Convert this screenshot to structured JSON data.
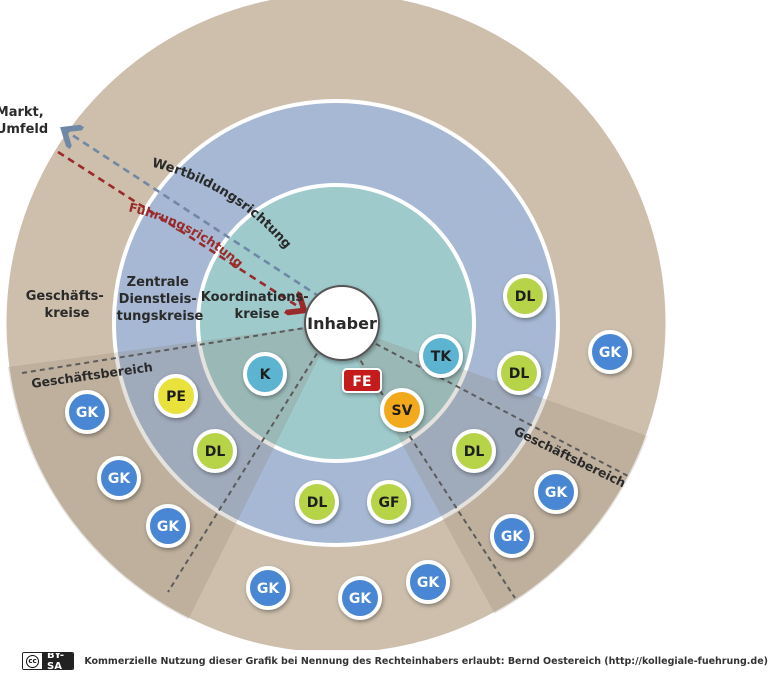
{
  "labels": {
    "markt": [
      "Markt,",
      "Umfeld"
    ],
    "geschaeftskreise": [
      "Geschäfts-",
      "kreise"
    ],
    "zentrale": [
      "Zentrale",
      "Dienstleis-",
      "tungskreise"
    ],
    "koordination": [
      "Koordinations-",
      "kreise"
    ],
    "wertbildung": "Wertbildungsrichtung",
    "fuehrung": "Führungsrichtung",
    "geschaeftsbereich_left": "Geschäftsbereich",
    "geschaeftsbereich_right": "Geschäftsbereich",
    "center": "Inhaber"
  },
  "nodes": [
    {
      "text": "GK",
      "kind": "gk"
    },
    {
      "text": "GK",
      "kind": "gk"
    },
    {
      "text": "GK",
      "kind": "gk"
    },
    {
      "text": "GK",
      "kind": "gk"
    },
    {
      "text": "GK",
      "kind": "gk"
    },
    {
      "text": "GK",
      "kind": "gk"
    },
    {
      "text": "GK",
      "kind": "gk"
    },
    {
      "text": "GK",
      "kind": "gk"
    },
    {
      "text": "GK",
      "kind": "gk"
    },
    {
      "text": "PE",
      "kind": "pe"
    },
    {
      "text": "DL",
      "kind": "dl"
    },
    {
      "text": "DL",
      "kind": "dl"
    },
    {
      "text": "GF",
      "kind": "dl"
    },
    {
      "text": "DL",
      "kind": "dl"
    },
    {
      "text": "DL",
      "kind": "dl"
    },
    {
      "text": "DL",
      "kind": "dl"
    },
    {
      "text": "K",
      "kind": "k"
    },
    {
      "text": "TK",
      "kind": "k"
    },
    {
      "text": "SV",
      "kind": "sv"
    }
  ],
  "fe_label": "FE",
  "colors": {
    "outer_ring": "#cdbfac",
    "middle_ring": "#a6b8d3",
    "inner_ring": "#9fcacc",
    "gk": "#4a86d4",
    "dl": "#b7d44a",
    "pe": "#e9e23c",
    "k": "#5cb4d0",
    "sv": "#f2a91c",
    "fe": "#c41e1e",
    "wert_arrow": "#6f88a6",
    "fuehrung_arrow": "#9b2a2a"
  },
  "footer": {
    "license_cc": "cc",
    "license_name": "BY-SA",
    "credit": "Kommerzielle Nutzung dieser Grafik bei Nennung des Rechteinhabers erlaubt: Bernd Oestereich (http://kollegiale-fuehrung.de)"
  }
}
